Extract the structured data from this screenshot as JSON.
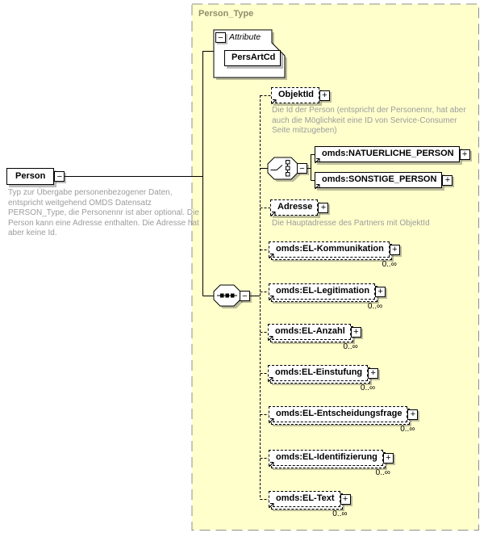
{
  "type_container": {
    "title": "Person_Type"
  },
  "root_element": {
    "name": "Person",
    "description": "Typ zur Übergabe personenbezogener Daten, entspricht weitgehend OMDS Datensatz PERSON_Type, die Personennr ist aber optional. Die Person kann eine Adresse enthalten. Die Adresse hat aber keine Id."
  },
  "attribute_section": {
    "label": "Attribute",
    "attributes": [
      {
        "name": "PersArtCd"
      }
    ]
  },
  "choice": {
    "options": [
      {
        "name": "omds:NATUERLICHE_PERSON"
      },
      {
        "name": "omds:SONSTIGE_PERSON"
      }
    ]
  },
  "elements": [
    {
      "name": "ObjektId",
      "occurrence": "",
      "description": "Die Id der Person (entspricht der Personennr, hat aber auch die Möglichkeit eine ID von Service-Consumer Seite mitzugeben)"
    },
    {
      "name": "Adresse",
      "occurrence": "",
      "description": "Die Hauptadresse des Partners mit ObjektId"
    },
    {
      "name": "omds:EL-Kommunikation",
      "occurrence": "0..∞"
    },
    {
      "name": "omds:EL-Legitimation",
      "occurrence": "0..∞"
    },
    {
      "name": "omds:EL-Anzahl",
      "occurrence": "0..∞"
    },
    {
      "name": "omds:EL-Einstufung",
      "occurrence": "0..∞"
    },
    {
      "name": "omds:EL-Entscheidungsfrage",
      "occurrence": "0..∞"
    },
    {
      "name": "omds:EL-Identifizierung",
      "occurrence": "0..∞"
    },
    {
      "name": "omds:EL-Text",
      "occurrence": "0..∞"
    }
  ],
  "icons": {
    "collapse": "−",
    "expand": "+"
  },
  "colors": {
    "container_fill": "#ffffcc",
    "container_border": "#8f8f8f",
    "container_title": "#8f8f6b",
    "description_text": "#9c9c9c",
    "box_border": "#000000",
    "box_fill": "#ffffff"
  }
}
